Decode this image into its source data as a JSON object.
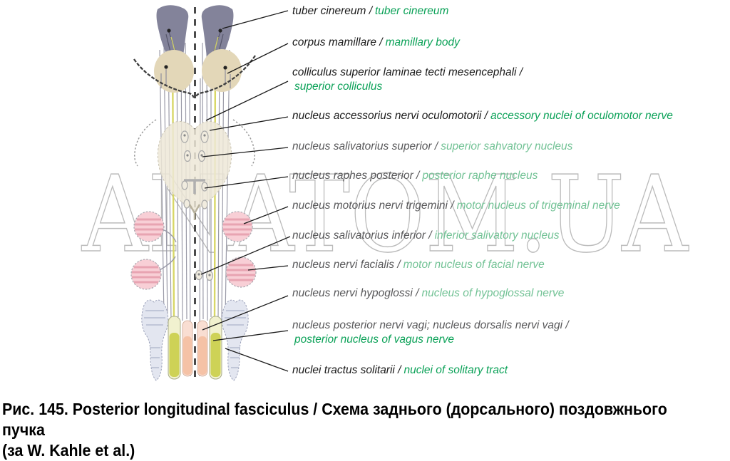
{
  "figure": {
    "type": "anatomical-scheme",
    "subject": "posterior longitudinal fasciculus, dorsal view of brainstem",
    "watermark": {
      "text": "ANATOM.UA"
    },
    "colors": {
      "strong_green_text": "#0aa157",
      "light_green_text": "#72c295",
      "black_text": "#1a1a1a",
      "gray_text": "#58585a",
      "wing_slate": "#83839a",
      "mamillary_beige": "#e3d7b8",
      "tectum_beige": "#ede7d7",
      "pink_nucleus": "#f8cfd6",
      "pink_stripe": "#e8a4b2",
      "yellow_column": "#ced256",
      "salmon_column": "#f5c2a6",
      "blue_column": "#e3e6f0",
      "yellow_fiber": "#d8d766",
      "fiber_gray": "#9b9ba8",
      "watermark_outline": "#bbbbbb"
    }
  },
  "labels": [
    {
      "latin": "tuber cinereum /",
      "english": "tuber cinereum"
    },
    {
      "latin": "corpus mamillare /",
      "english": "mamillary body"
    },
    {
      "latin": "colliculus superior laminae tecti mesencephali /",
      "english": "superior colliculus"
    },
    {
      "latin": "nucleus accessorius nervi oculomotorii /",
      "english": "accessory nuclei of oculomotor nerve"
    },
    {
      "latin": "nucleus salivatorius superior /",
      "english": "superior sahvatory nucleus"
    },
    {
      "latin": "nucleus raphes posterior /",
      "english": "posterior  raphe nucleus"
    },
    {
      "latin": "nucleus motorius nervi trigemini /",
      "english": "motor nucleus of trigeminal nerve"
    },
    {
      "latin": "nucleus salivatorius inferior /",
      "english": "inferior salivatory nucleus"
    },
    {
      "latin": "nucleus nervi facialis /",
      "english": "motor nucleus of facial nerve"
    },
    {
      "latin": "nucleus nervi hypoglossi /",
      "english": "nucleus of hypoglossal nerve"
    },
    {
      "latin": "nucleus posterior nervi vagi; nucleus dorsalis nervi vagi /",
      "english": "posterior nucleus of vagus nerve"
    },
    {
      "latin": "nuclei tractus solitarii /",
      "english": "nuclei of solitary tract"
    }
  ],
  "caption": {
    "line1": "Рис. 145. Posterior longitudinal fasciculus / Схема заднього (дорсального) поздовжнього пучка",
    "line2": "(за W. Kahle et al.)"
  }
}
